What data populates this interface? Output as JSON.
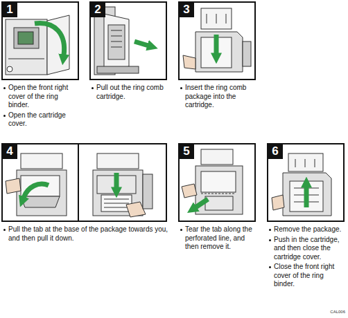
{
  "diagram": {
    "labels": [
      "1",
      "Open the front right cover of the ring binder.",
      "Open the cartridge cover.",
      "2",
      "Pull out the ring comb cartridge.",
      "3",
      "Insert the ring comb package into the cartridge.",
      "4",
      "Pull the tab at the base of the package towards you, and then pull it down.",
      "5",
      "Tear the tab along the perforated line, and then remove it.",
      "6",
      "Remove the package.",
      "Push in the cartridge, and then close the cartridge cover.",
      "Close the front right cover of the ring binder.",
      "CAL006"
    ]
  }
}
